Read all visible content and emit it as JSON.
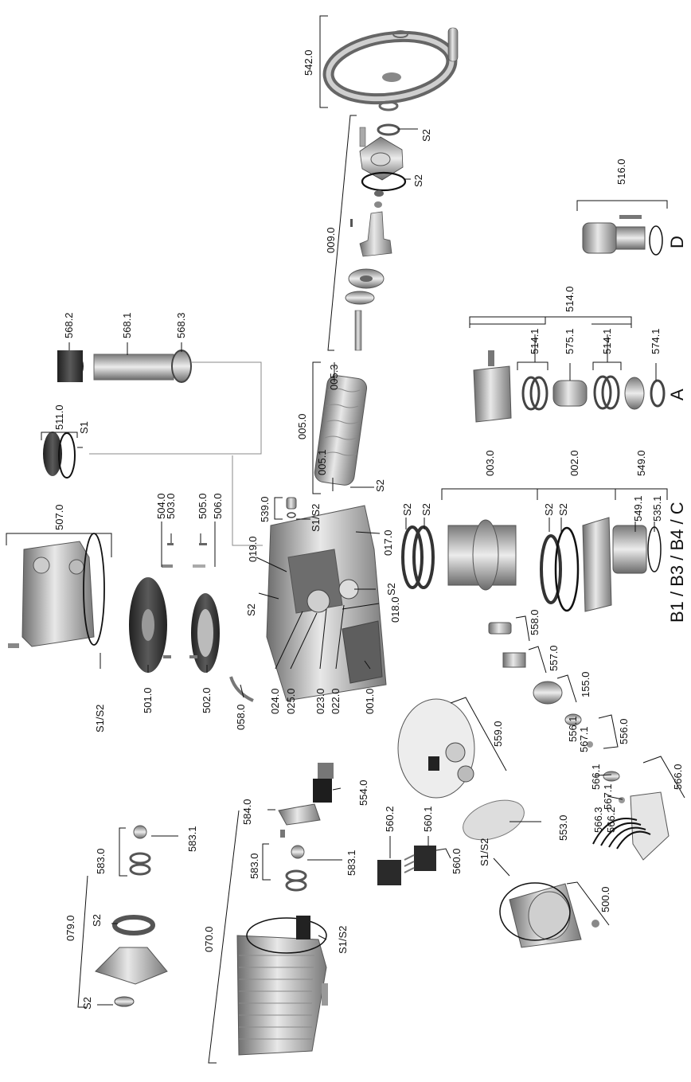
{
  "labels": {
    "p542_0": "542.0",
    "s2_a": "S2",
    "s2_b": "S2",
    "p009_0": "009.0",
    "p516_0": "516.0",
    "p514_0": "514.0",
    "p514_1a": "514.1",
    "p575_1": "575.1",
    "p514_1b": "514.1",
    "p574_1": "574.1",
    "opt_D": "D",
    "opt_A": "A",
    "p568_2": "568.2",
    "p568_1": "568.1",
    "p568_3": "568.3",
    "p005_3": "005.3",
    "p005_0": "005.0",
    "p005_1": "005.1",
    "s2_c": "S2",
    "p511_0": "511.0",
    "s1_a": "S1",
    "p539_0": "539.0",
    "s1s2_a": "S1/S2",
    "p003_0": "003.0",
    "p002_0": "002.0",
    "p549_0": "549.0",
    "s2_d": "S2",
    "s2_e": "S2",
    "s2_f": "S2",
    "s2_g": "S2",
    "p549_1": "549.1",
    "p535_1": "535.1",
    "opt_B": "B1 / B3 / B4 / C",
    "p507_0": "507.0",
    "p504_0": "504.0",
    "p503_0": "503.0",
    "p505_0": "505.0",
    "p506_0": "506.0",
    "p019_0": "019.0",
    "p017_0": "017.0",
    "s2_h": "S2",
    "s2_i": "S2",
    "p018_0": "018.0",
    "p558_0": "558.0",
    "p557_0": "557.0",
    "p155_0": "155.0",
    "s1s2_b": "S1/S2",
    "p501_0": "501.0",
    "p502_0": "502.0",
    "p058_0": "058.0",
    "p024_0": "024.0",
    "p025_0": "025.0",
    "p023_0": "023.0",
    "p022_0": "022.0",
    "p001_0": "001.0",
    "p559_0": "559.0",
    "p556_1": "556.1",
    "p567_1a": "567.1",
    "p556_0": "556.0",
    "p554_0": "554.0",
    "p566_1": "566.1",
    "p567_1b": "567.1",
    "p566_3": "566.3",
    "p566_2": "566.2",
    "p566_0": "566.0",
    "p584_0": "584.0",
    "p583_0a": "583.0",
    "p583_1a": "583.1",
    "p583_0b": "583.0",
    "p583_1b": "583.1",
    "p560_2": "560.2",
    "p560_1": "560.1",
    "p560_0": "560.0",
    "p553_0": "553.0",
    "p079_0": "079.0",
    "s2_j": "S2",
    "s2_k": "S2",
    "p070_0": "070.0",
    "s1s2_c": "S1/S2",
    "s1s2_d": "S1/S2",
    "p500_0": "500.0"
  }
}
